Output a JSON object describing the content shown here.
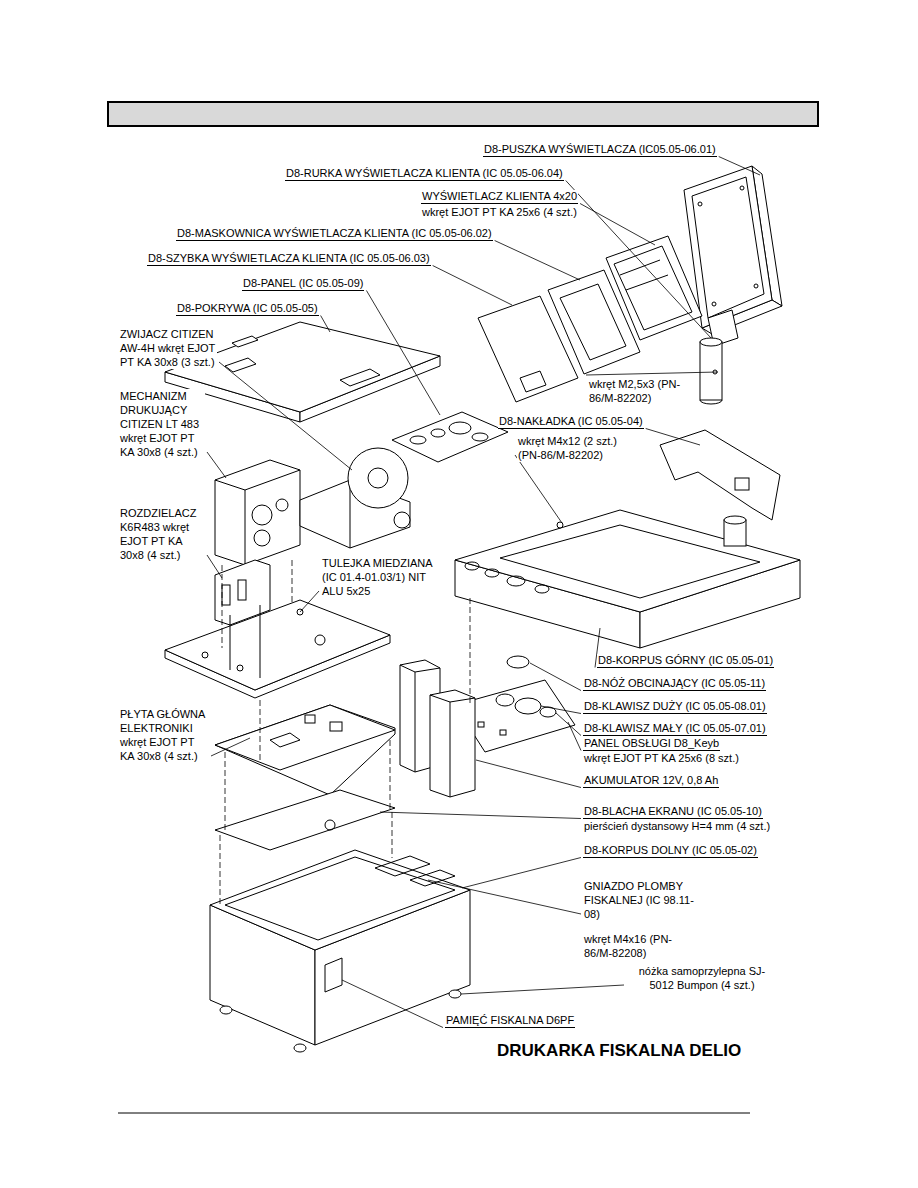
{
  "diagram": {
    "caption": "DRUKARKA FISKALNA DELIO",
    "labels": [
      "D8-PUSZKA WYŚWIETLACZA (IC05.05-06.01)",
      "D8-RURKA WYŚWIETLACZA KLIENTA (IC 05.05-06.04)",
      "WYŚWIETLACZ KLIENTA 4x20",
      "wkręt EJOT PT KA 25x6 (4 szt.)",
      "D8-MASKOWNICA WYŚWIETLACZA KLIENTA (IC 05.05-06.02)",
      "D8-SZYBKA WYŚWIETLACZA KLIENTA (IC 05.05-06.03)",
      "D8-PANEL (IC 05.05-09)",
      "D8-POKRYWA (IC 05.05-05)",
      "ZWIJACZ CITIZEN AW-4H wkręt EJOT PT KA 30x8 (3 szt.)",
      "MECHANIZM DRUKUJĄCY CITIZEN LT 483 wkręt EJOT PT KA 30x8 (4 szt.)",
      "ROZDZIELACZ K6R483 wkręt EJOT PT KA 30x8 (4 szt.)",
      "TULEJKA MIEDZIANA (IC 01.4-01.03/1) NIT ALU 5x25",
      "wkręt M2,5x3 (PN-86/M-82202)",
      "D8-NAKŁADKA (IC 05.05-04)",
      "wkręt M4x12 (2 szt.) (PN-86/M-82202)",
      "D8-KORPUS GÓRNY (IC 05.05-01)",
      "D8-NÓŻ OBCINAJĄCY (IC 05.05-11)",
      "D8-KLAWISZ DUŻY (IC 05.05-08.01)",
      "D8-KLAWISZ MAŁY (IC 05.05-07.01)",
      "PANEL OBSŁUGI D8_Keyb",
      "wkręt EJOT PT KA 25x6 (8 szt.)",
      "PŁYTA GŁÓWNA ELEKTRONIKI wkręt EJOT PT KA 30x8 (4 szt.)",
      "AKUMULATOR 12V, 0,8 Ah",
      "D8-BLACHA EKRANU (IC 05.05-10)",
      "pierścień dystansowy H=4 mm (4 szt.)",
      "D8-KORPUS DOLNY (IC 05.05-02)",
      "GNIAZDO PLOMBY FISKALNEJ (IC 98.11-08)",
      "wkręt M4x16 (PN-86/M-82208)",
      "nóżka samoprzylepna SJ-5012 Bumpon (4 szt.)",
      "PAMIĘĆ FISKALNA D6PF"
    ]
  }
}
